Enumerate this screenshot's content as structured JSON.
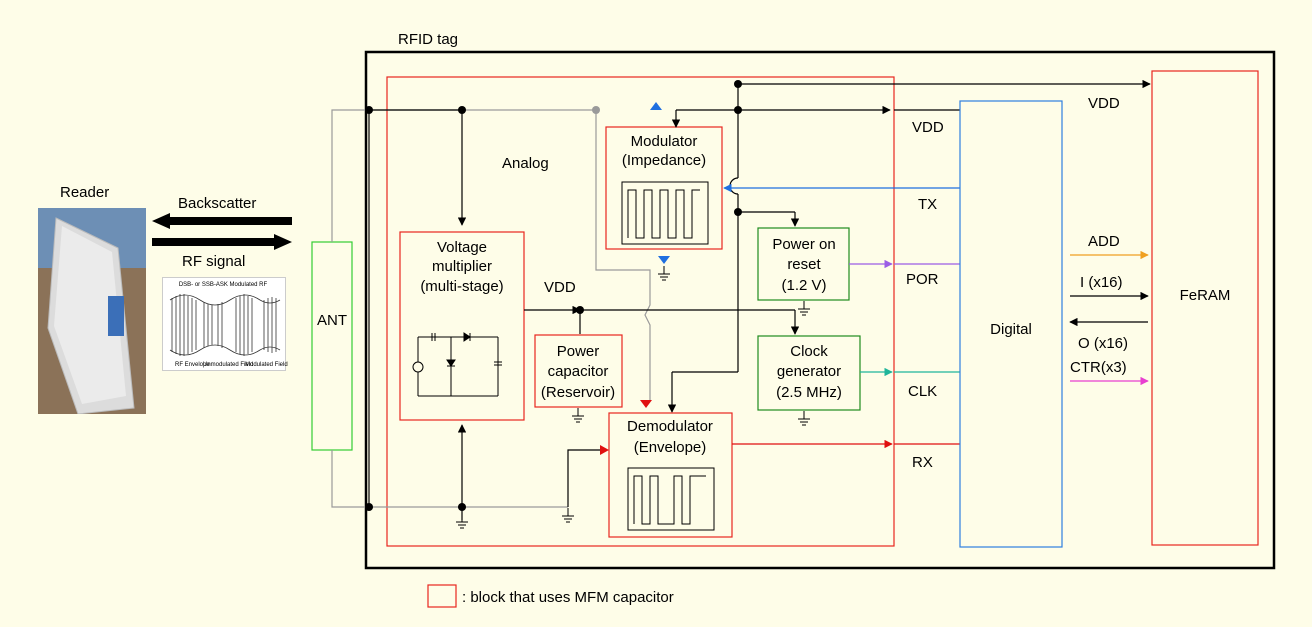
{
  "labels": {
    "rfid_tag": "RFID tag",
    "reader": "Reader",
    "backscatter": "Backscatter",
    "rf_signal": "RF signal",
    "ant": "ANT",
    "analog": "Analog",
    "vm_line1": "Voltage",
    "vm_line2": "multiplier",
    "vm_line3": "(multi-stage)",
    "vdd_analog": "VDD",
    "modulator_line1": "Modulator",
    "modulator_line2": "(Impedance)",
    "power_cap_line1": "Power",
    "power_cap_line2": "capacitor",
    "power_cap_line3": "(Reservoir)",
    "demodulator_line1": "Demodulator",
    "demodulator_line2": "(Envelope)",
    "por_line1": "Power on",
    "por_line2": "reset",
    "por_line3": "(1.2 V)",
    "clk_line1": "Clock",
    "clk_line2": "generator",
    "clk_line3": "(2.5 MHz)",
    "sig_vdd": "VDD",
    "sig_tx": "TX",
    "sig_por": "POR",
    "sig_clk": "CLK",
    "sig_rx": "RX",
    "digital": "Digital",
    "vdd_feram": "VDD",
    "add": "ADD",
    "i_bus": "I (x16)",
    "o_bus": "O (x16)",
    "ctr": "CTR(x3)",
    "feram": "FeRAM",
    "legend": ": block that uses MFM capacitor",
    "card_title": "DSB- or SSB-ASK Modulated RF",
    "card_env": "RF Envelope",
    "card_unmod": "Unmodulated Field",
    "card_mod": "Modulated Field"
  },
  "colors": {
    "background": "#fefde8",
    "mfm_block": "#e8261f",
    "green_block": "#1e8c1e",
    "ant_block": "#33cc33",
    "digital_block": "#2e7fe0",
    "tx_line": "#1f6fe0",
    "rx_line": "#e01010",
    "por_line": "#9b5de5",
    "clk_line": "#1fb59a",
    "add_line": "#f0a020",
    "ctr_line": "#e83fd0",
    "gray_line": "#9a9a9a"
  }
}
